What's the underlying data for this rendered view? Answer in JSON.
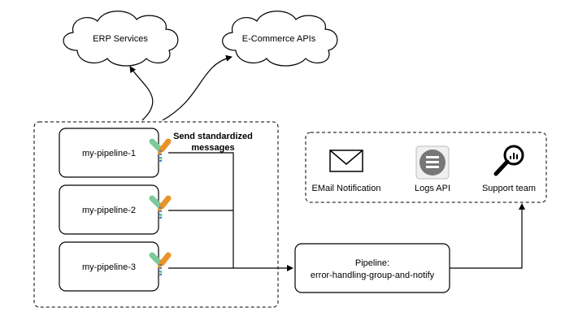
{
  "clouds": {
    "erp": "ERP Services",
    "ecommerce": "E-Commerce APIs"
  },
  "pipelines": {
    "p1": "my-pipeline-1",
    "p2": "my-pipeline-2",
    "p3": "my-pipeline-3"
  },
  "annotation": {
    "line1": "Send standardized",
    "line2": "messages"
  },
  "notify_targets": {
    "email": "EMail Notification",
    "logs": "Logs API",
    "support": "Support team"
  },
  "handler": {
    "line1": "Pipeline:",
    "line2": "error-handling-group-and-notify"
  },
  "icons": {
    "pipeline": "pipeline-fork-icon",
    "email": "envelope-icon",
    "logs": "logs-api-icon",
    "support": "magnifier-chart-icon"
  },
  "colors": {
    "stroke": "#000000",
    "pipeline_green": "#7ec99a",
    "pipeline_orange": "#e8932a",
    "pipeline_blue": "#4a7fc1",
    "logs_gray": "#777777"
  }
}
